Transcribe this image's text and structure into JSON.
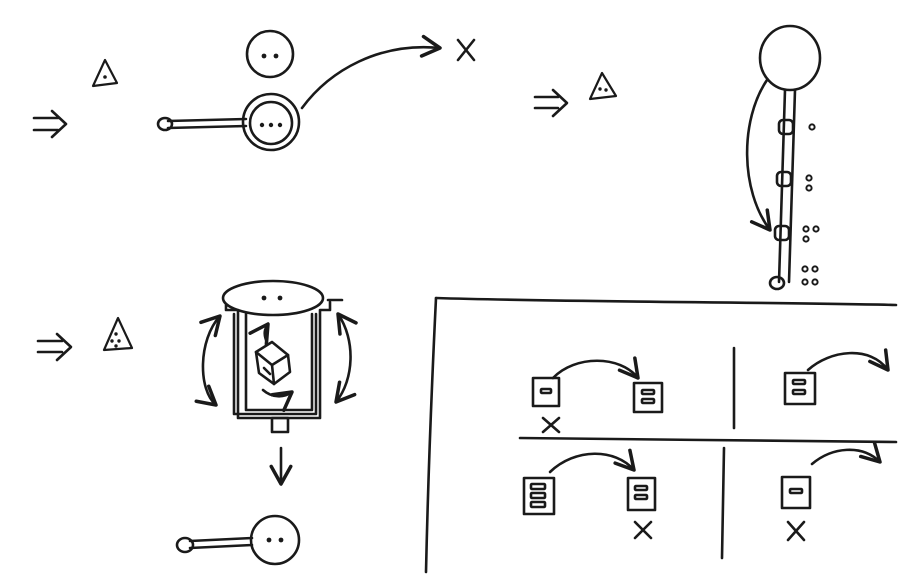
{
  "colors": {
    "ink": "#1a1a1a",
    "paper": "#ffffff"
  },
  "panels": [
    {
      "id": "top-left",
      "icons": [
        "double-arrow-icon",
        "triangle-icon",
        "cell-icon",
        "ball-stick-icon",
        "curved-arrow-icon",
        "cross-icon"
      ],
      "triangle_dots": 1
    },
    {
      "id": "top-right",
      "icons": [
        "double-arrow-icon",
        "triangle-icon",
        "chain-icon",
        "curved-arrow-icon"
      ],
      "triangle_dots": 2,
      "bead_dot_counts": [
        1,
        2,
        3,
        4
      ]
    },
    {
      "id": "bottom-left",
      "icons": [
        "double-arrow-icon",
        "triangle-icon",
        "machine-icon",
        "cube-icon",
        "down-arrow-icon",
        "ball-stick-icon"
      ],
      "triangle_dots": 4
    },
    {
      "id": "bottom-right-grid",
      "cells": [
        {
          "from_bars": 1,
          "to_bars": 2,
          "from_crossed": true,
          "to_crossed": false
        },
        {
          "from_bars": null,
          "to_bars": 2,
          "from_crossed": false,
          "to_crossed": false
        },
        {
          "from_bars": 3,
          "to_bars": 2,
          "from_crossed": false,
          "to_crossed": true
        },
        {
          "from_bars": null,
          "to_bars": 1,
          "from_crossed": false,
          "to_crossed": true
        }
      ]
    }
  ]
}
